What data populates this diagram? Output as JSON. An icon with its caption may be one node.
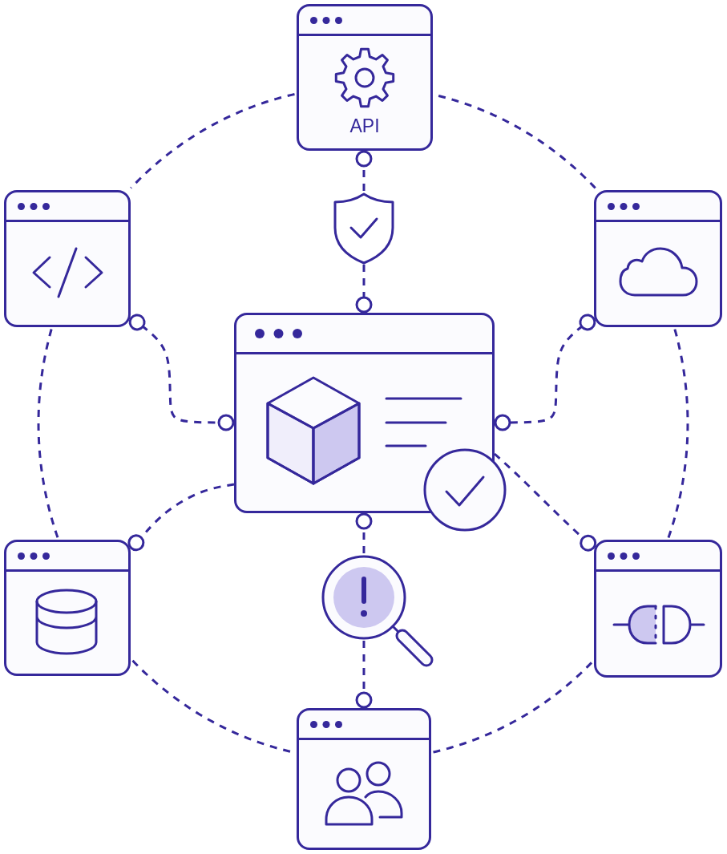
{
  "diagram": {
    "nodes": [
      {
        "text": [
          "API"
        ]
      },
      {
        "text": [],
        "shape": "box"
      },
      {
        "text": [],
        "shape": "picture"
      },
      {
        "text": [],
        "shape": "box"
      },
      {
        "text": [],
        "shape": "box"
      },
      {
        "text": [],
        "shape": "box"
      },
      {
        "text": [],
        "shape": "picture"
      },
      {
        "text": [],
        "shape": "box"
      },
      {
        "text": [],
        "shape": "box"
      }
    ],
    "edges": [
      {
        "from": 0,
        "to": 1,
        "arrow": "none",
        "style": "dashed"
      },
      {
        "from": 1,
        "to": 5,
        "arrow": "none",
        "style": "dashed"
      },
      {
        "from": 5,
        "to": 8,
        "arrow": "none",
        "style": "dashed"
      },
      {
        "from": 8,
        "to": 7,
        "arrow": "none",
        "style": "dashed"
      },
      {
        "from": 7,
        "to": 3,
        "arrow": "none",
        "style": "dashed"
      },
      {
        "from": 3,
        "to": 0,
        "arrow": "none",
        "style": "dashed"
      },
      {
        "from": 2,
        "to": 0,
        "arrow": "other",
        "style": "dashed"
      },
      {
        "from": 2,
        "to": 4,
        "arrow": "other",
        "style": "dashed"
      },
      {
        "from": 1,
        "to": 4,
        "arrow": "other",
        "style": "dashed"
      },
      {
        "from": 3,
        "to": 4,
        "arrow": "other",
        "style": "dashed"
      },
      {
        "from": 4,
        "to": 5,
        "arrow": "other",
        "style": "dashed"
      },
      {
        "from": 4,
        "to": 7,
        "arrow": "other",
        "style": "dashed"
      },
      {
        "from": 6,
        "to": 4,
        "arrow": "other",
        "style": "dashed"
      },
      {
        "from": 6,
        "to": 8,
        "arrow": "other",
        "style": "dashed"
      }
    ]
  }
}
